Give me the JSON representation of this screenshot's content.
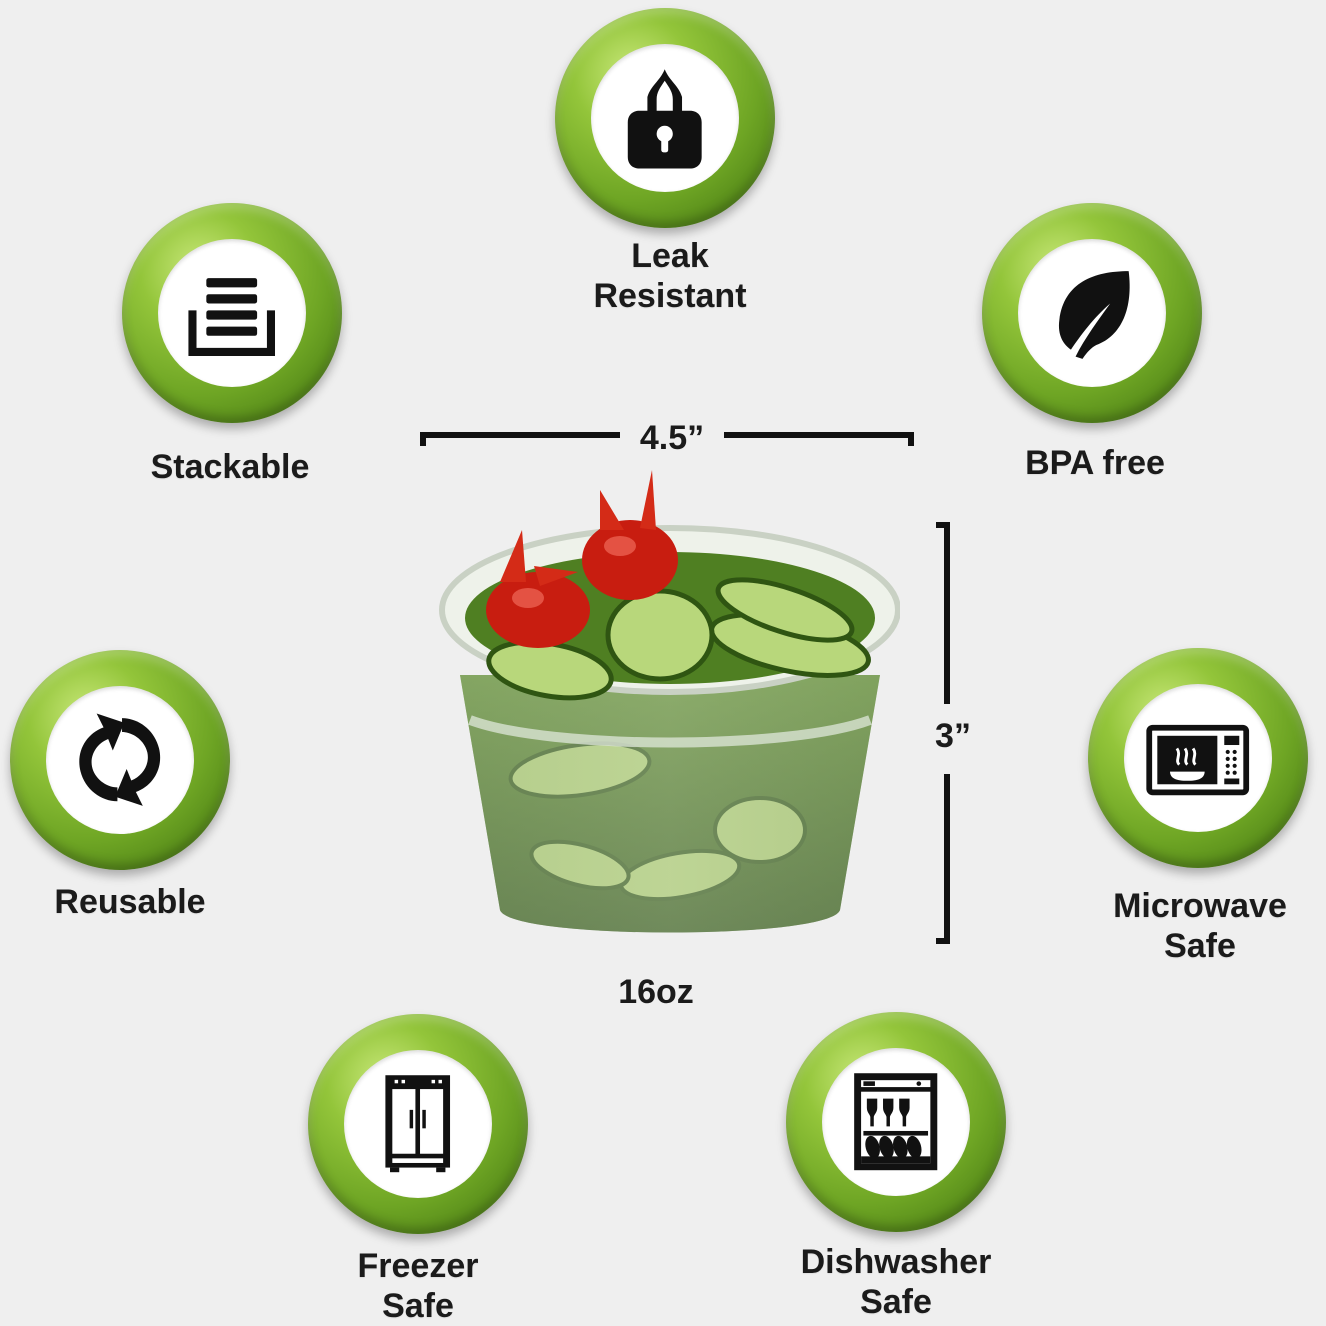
{
  "features": {
    "leak": {
      "line1": "Leak",
      "line2": "Resistant",
      "icon": "lock-icon"
    },
    "stackable": {
      "text": "Stackable",
      "icon": "stack-icon"
    },
    "bpa": {
      "text": "BPA free",
      "icon": "leaf-icon"
    },
    "reusable": {
      "text": "Reusable",
      "icon": "recycle-arrows-icon"
    },
    "microwave": {
      "line1": "Microwave",
      "line2": "Safe",
      "icon": "microwave-icon"
    },
    "freezer": {
      "line1": "Freezer",
      "line2": "Safe",
      "icon": "freezer-icon"
    },
    "dishwasher": {
      "line1": "Dishwasher",
      "line2": "Safe",
      "icon": "dishwasher-icon"
    }
  },
  "product": {
    "width_label": "4.5”",
    "height_label": "3”",
    "size_label": "16oz"
  },
  "colors": {
    "badge_green": "#6ea524",
    "background": "#efefef",
    "text": "#1b1b1b"
  }
}
